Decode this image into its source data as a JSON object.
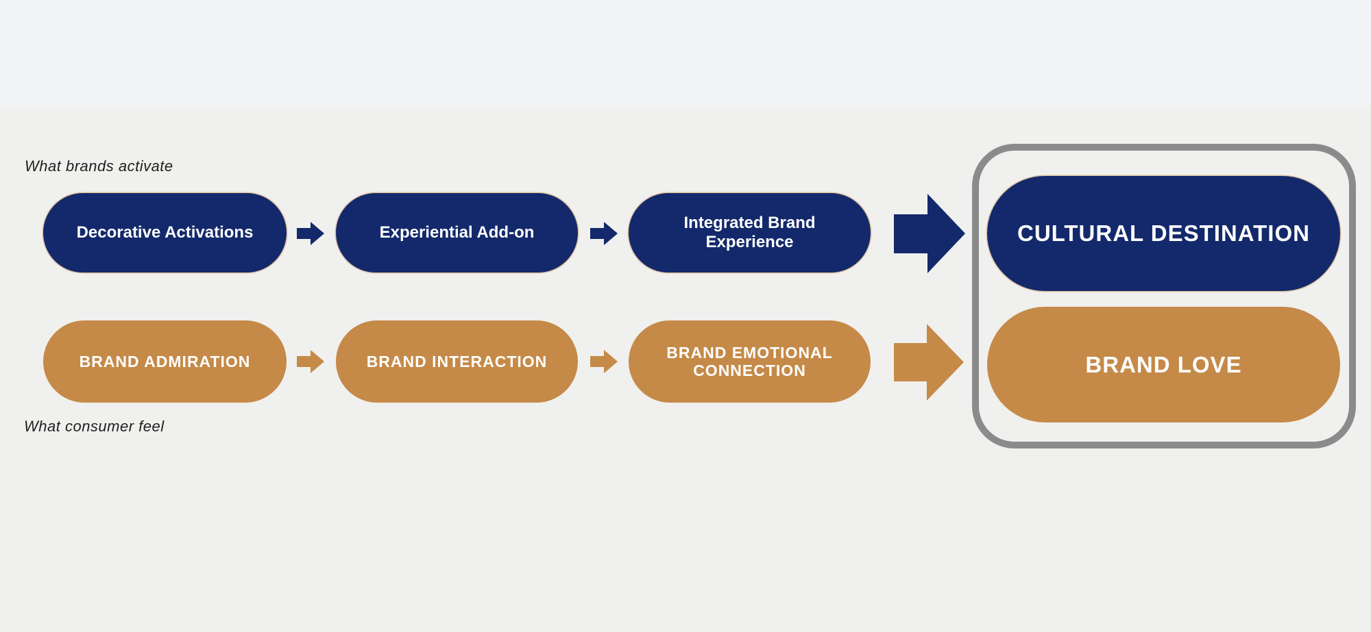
{
  "labels": {
    "top": "What brands activate",
    "bottom": "What consumer feel"
  },
  "flow": {
    "top_row": {
      "steps": [
        "Decorative Activations",
        "Experiential Add-on",
        "Integrated Brand Experience"
      ],
      "result": "CULTURAL DESTINATION"
    },
    "bottom_row": {
      "steps": [
        "BRAND ADMIRATION",
        "BRAND INTERACTION",
        "BRAND EMOTIONAL CONNECTION"
      ],
      "result": "BRAND LOVE"
    }
  },
  "colors": {
    "navy": "#13296B",
    "tan": "#C58A48",
    "box_border": "#8B8B8B",
    "background": "#F0F0EE",
    "top_band": "#F2F3F5",
    "label_text": "#1E1E1E",
    "pill_text": "#FFFFFF"
  }
}
